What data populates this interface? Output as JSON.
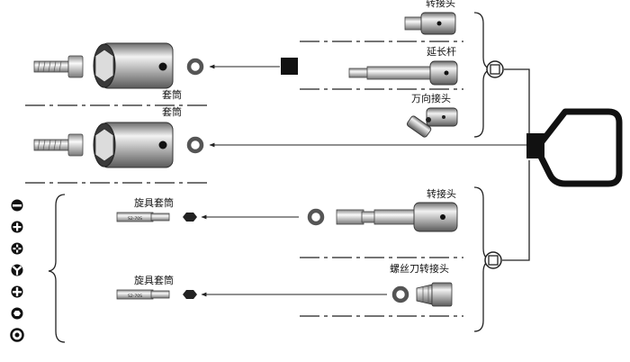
{
  "labels": {
    "top_adapter": "转接头",
    "extension_bar": "延长杆",
    "universal_joint": "万向接头",
    "socket_1": "套筒",
    "socket_2": "套筒",
    "adapter": "转接头",
    "screwdriver_socket_1": "旋具套筒",
    "screwdriver_socket_2": "旋具套筒",
    "screwdriver_adapter": "螺丝刀转接头"
  },
  "bit_markings": {
    "bit_1": "S2-70S",
    "bit_2": "S2-70S"
  },
  "bit_types": [
    "slotted-bit-icon",
    "phillips-bit-icon",
    "pozidriv-bit-icon",
    "tri-wing-bit-icon",
    "cross-bit-icon",
    "hex-bit-icon",
    "torx-bit-icon"
  ]
}
